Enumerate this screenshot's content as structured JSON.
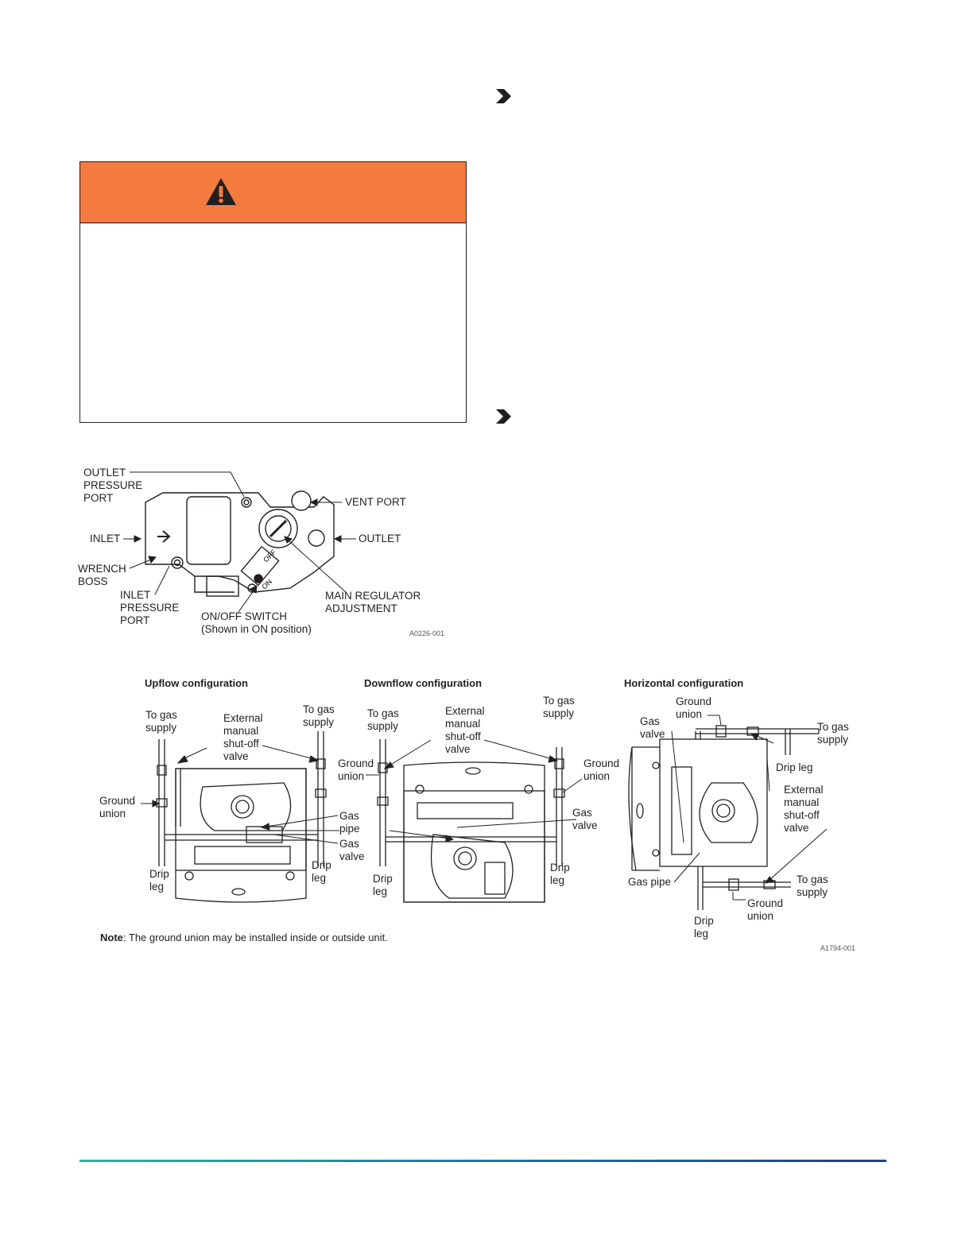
{
  "warning": {
    "icon": "warning-triangle-icon",
    "header_color": "#f47a40"
  },
  "gas_valve_figure": {
    "labels": {
      "outlet_pressure_port": "OUTLET\nPRESSURE\nPORT",
      "vent_port": "VENT PORT",
      "inlet": "INLET",
      "outlet": "OUTLET",
      "wrench_boss": "WRENCH\nBOSS",
      "inlet_pressure_port": "INLET\nPRESSURE\nPORT",
      "on_off_switch": "ON/OFF SWITCH\n(Shown in ON position)",
      "main_regulator": "MAIN REGULATOR\nADJUSTMENT",
      "switch_off": "OFF",
      "switch_on": "ON"
    },
    "figure_id": "A0226-001"
  },
  "piping_figure": {
    "captions": {
      "upflow": "Upflow configuration",
      "downflow": "Downflow configuration",
      "horizontal": "Horizontal configuration"
    },
    "upflow_labels": {
      "to_gas_supply_left": "To gas\nsupply",
      "external_valve": "External\nmanual\nshut-off\nvalve",
      "to_gas_supply_right": "To gas\nsupply",
      "ground_union": "Ground\nunion",
      "gas_pipe": "Gas\npipe",
      "gas_valve": "Gas\nvalve",
      "drip_leg_left": "Drip\nleg",
      "drip_leg_right": "Drip\nleg"
    },
    "downflow_labels": {
      "to_gas_supply_left": "To gas\nsupply",
      "external_valve": "External\nmanual\nshut-off\nvalve",
      "to_gas_supply_right": "To gas\nsupply",
      "ground_union_left": "Ground\nunion",
      "ground_union_right": "Ground\nunion",
      "gas_valve": "Gas\nvalve",
      "drip_leg_left": "Drip\nleg",
      "drip_leg_right": "Drip\nleg"
    },
    "horizontal_labels": {
      "ground_union_top": "Ground\nunion",
      "gas_valve": "Gas\nvalve",
      "to_gas_supply_top": "To gas\nsupply",
      "drip_leg_top": "Drip leg",
      "external_valve": "External\nmanual\nshut-off\nvalve",
      "gas_pipe": "Gas pipe",
      "to_gas_supply_bottom": "To gas\nsupply",
      "ground_union_bottom": "Ground\nunion",
      "drip_leg_bottom": "Drip\nleg"
    },
    "note_label": "Note",
    "note_text": ": The ground union may be installed inside or outside unit.",
    "figure_id": "A1794-001"
  },
  "bullets": [
    {
      "icon": "chevron-right-icon"
    },
    {
      "icon": "chevron-right-icon"
    }
  ],
  "footer": {
    "line_colors": [
      "#25b6a4",
      "#1e6aa8",
      "#1f3f8a"
    ]
  }
}
